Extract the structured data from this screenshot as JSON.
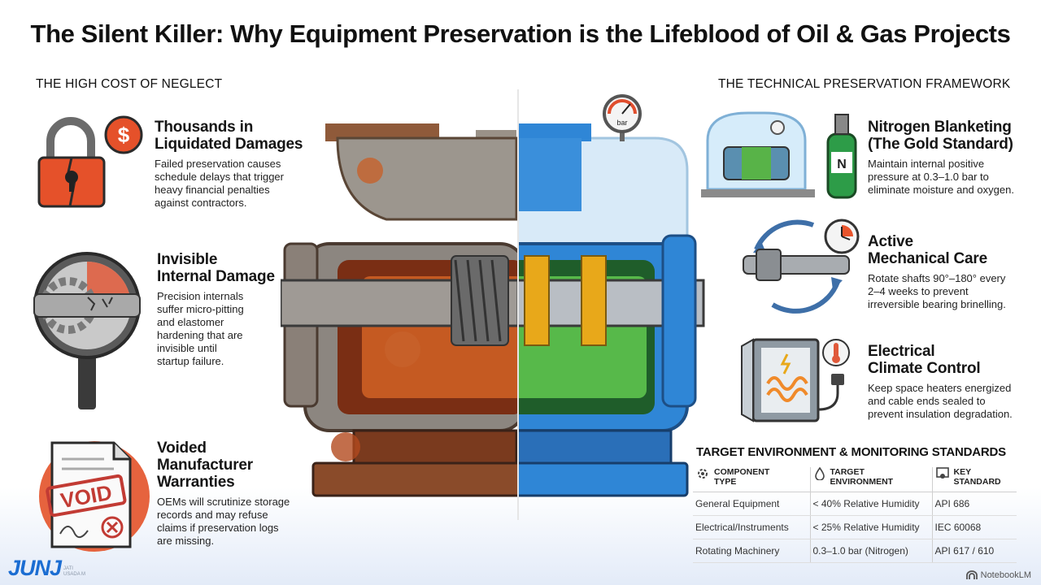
{
  "title": "The Silent Killer: Why Equipment Preservation is the Lifeblood of Oil & Gas Projects",
  "left_section": {
    "heading": "THE HIGH COST OF NEGLECT",
    "items": [
      {
        "title": "Thousands in\nLiquidated Damages",
        "body": "Failed preservation causes\nschedule delays that trigger\nheavy financial penalties\nagainst contractors.",
        "icon": "broken-padlock-dollar-icon"
      },
      {
        "title": "Invisible\nInternal Damage",
        "body": "Precision internals\nsuffer micro-pitting\nand elastomer\nhardening that are\ninvisible until\nstartup failure.",
        "icon": "magnifier-cracked-shaft-icon"
      },
      {
        "title": "Voided\nManufacturer\nWarranties",
        "body": "OEMs will scrutinize storage\nrecords and may refuse\nclaims if preservation logs\nare missing.",
        "icon": "void-document-icon"
      }
    ]
  },
  "right_section": {
    "heading": "THE TECHNICAL PRESERVATION FRAMEWORK",
    "items": [
      {
        "title": "Nitrogen Blanketing\n(The Gold Standard)",
        "body": "Maintain internal positive\npressure at 0.3–1.0 bar to\neliminate moisture and oxygen.",
        "icon": "nitrogen-cylinder-icon"
      },
      {
        "title": "Active\nMechanical Care",
        "body": "Rotate shafts 90°–180° every\n2–4 weeks to prevent\nirreversible bearing brinelling.",
        "icon": "rotating-shaft-clock-icon"
      },
      {
        "title": "Electrical\nClimate Control",
        "body": "Keep space heaters energized\nand cable ends sealed to\nprevent insulation degradation.",
        "icon": "electrical-panel-heater-icon"
      }
    ]
  },
  "illustration": {
    "gauge_label": "bar",
    "cylinder_label": "N",
    "stamp_label": "VOID"
  },
  "standards": {
    "title": "TARGET ENVIRONMENT & MONITORING STANDARDS",
    "columns": [
      "COMPONENT\nTYPE",
      "TARGET\nENVIRONMENT",
      "KEY\nSTANDARD"
    ],
    "rows": [
      [
        "General Equipment",
        "< 40% Relative Humidity",
        "API 686"
      ],
      [
        "Electrical/Instruments",
        "< 25% Relative Humidity",
        "IEC 60068"
      ],
      [
        "Rotating Machinery",
        "0.3–1.0 bar (Nitrogen)",
        "API 617 / 610"
      ]
    ]
  },
  "brand": {
    "logo": "JUNJ",
    "sub": "JATI\nUSADA M"
  },
  "credit": "NotebookLM",
  "colors": {
    "rust": "#b8521c",
    "rust_dark": "#7a2d10",
    "blue": "#2f86d6",
    "green": "#4fb848",
    "accent": "#1b6dd2"
  }
}
